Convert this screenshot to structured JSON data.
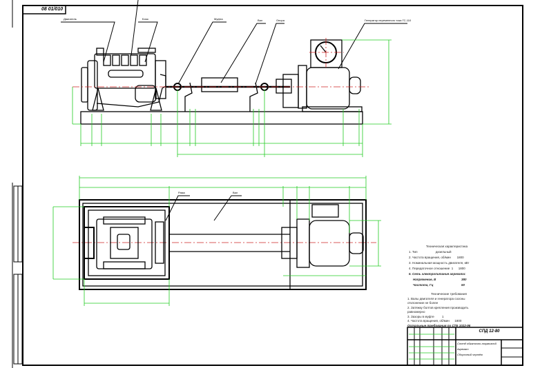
{
  "sheet": {
    "stamp_code": "08 01/010",
    "labels": {
      "engine": "Двигатель",
      "block": "Блок",
      "coupling": "Муфта",
      "shaft": "Вал",
      "support": "Опора",
      "generator": "Генератор переменного тока ГС-110",
      "frame": "Рама",
      "plan_shaft": "Вал"
    },
    "notes_specs": {
      "title": "Техническая характеристика",
      "lines": [
        "1. Тип                     дизельный",
        "2. Частота вращения, об/мин       1800",
        "3. Номинальная мощность двигателя, кВт",
        "4. Передаточное отношение  1      1800"
      ],
      "section": "5. Сеть электропитания агрегата:",
      "voltage_label": "Напряжение, В",
      "voltage_value": "380",
      "frequency_label": "Частота, Гц",
      "frequency_value": "50"
    },
    "notes_requirements": {
      "title": "Технические требования",
      "lines": [
        "1. Валы двигателя и генератора соосны",
        "отклонение не более",
        "2. Затяжку болтов крепления производить",
        "равномерно",
        "3. Зазоры в муфте         1",
        "4. Частота вращения, об/мин      1800"
      ],
      "footer": "Остальные требования по СТБ 1022-96"
    },
    "title_block": {
      "designation": "СПД 12-80",
      "name_lines": [
        "Стенд обкаточно-тормозной",
        "Агрегат",
        "Сборочный чертёж"
      ]
    }
  },
  "colors": {
    "line": "#000000",
    "dimension": "#22cc22",
    "axis": "#cc2222"
  }
}
